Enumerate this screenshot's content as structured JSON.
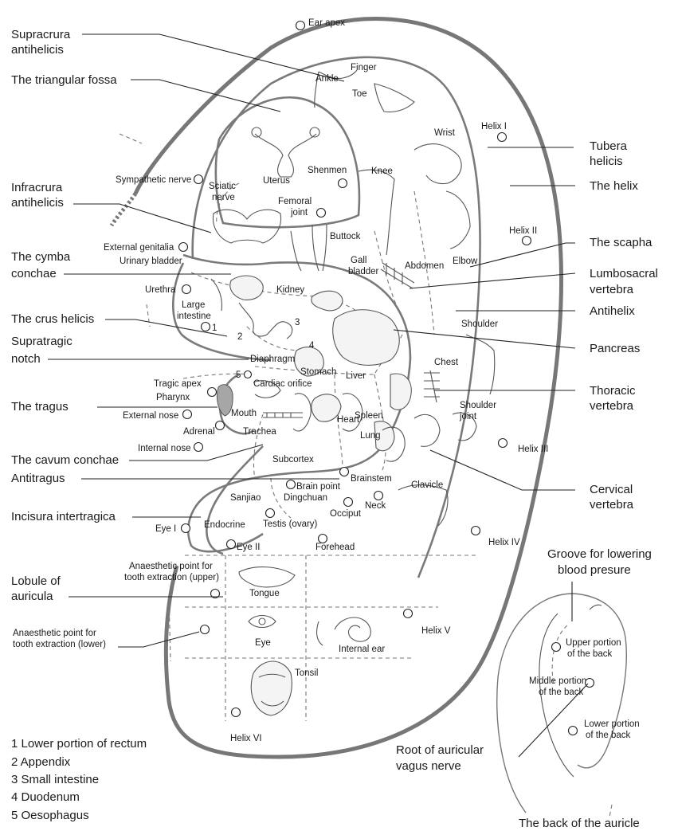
{
  "left_labels": {
    "supracrura": [
      "Supracrura",
      "antihelicis"
    ],
    "triangular_fossa": "The triangular fossa",
    "infracrura": [
      "Infracrura",
      "antihelicis"
    ],
    "cymba": [
      "The cymba",
      "conchae"
    ],
    "crus_helicis": "The crus helicis",
    "supratragic": [
      "Supratragic",
      "notch"
    ],
    "tragus": "The tragus",
    "cavum": "The cavum conchae",
    "antitragus": "Antitragus",
    "incisura": "Incisura intertragica",
    "lobule": [
      "Lobule of",
      "auricula"
    ]
  },
  "right_labels": {
    "tubera": [
      "Tubera",
      "helicis"
    ],
    "helix": "The helix",
    "scapha": "The scapha",
    "lumbosacral": [
      "Lumbosacral",
      "vertebra"
    ],
    "antihelix": "Antihelix",
    "pancreas": "Pancreas",
    "thoracic": [
      "Thoracic",
      "vertebra"
    ],
    "cervical": [
      "Cervical",
      "vertebra"
    ]
  },
  "points": {
    "ear_apex": "Ear apex",
    "finger": "Finger",
    "ankle": "Ankle",
    "toe": "Toe",
    "helix1": "Helix I",
    "helix2": "Helix II",
    "helix3": "Helix III",
    "helix4": "Helix IV",
    "helix5": "Helix V",
    "helix6": "Helix VI",
    "wrist": "Wrist",
    "knee": "Knee",
    "elbow": "Elbow",
    "shoulder": "Shoulder",
    "shoulder_joint": [
      "Shoulder",
      "joint"
    ],
    "clavicle": "Clavicle",
    "neck": "Neck",
    "chest": "Chest",
    "abdomen": "Abdomen",
    "buttock": "Buttock",
    "uterus": "Uterus",
    "shenmen": "Shenmen",
    "femoral_joint": [
      "Femoral",
      "joint"
    ],
    "sympathetic": "Sympathetic nerve",
    "sciatic": [
      "Sciatic",
      "nerve"
    ],
    "ext_genitalia": "External genitalia",
    "urinary_bladder": "Urinary bladder",
    "urethra": "Urethra",
    "large_intestine": [
      "Large",
      "intestine"
    ],
    "kidney": "Kidney",
    "gall_bladder": [
      "Gall",
      "bladder"
    ],
    "liver": "Liver",
    "spleen": "Spleen",
    "stomach": "Stomach",
    "diaphragm": "Diaphragm",
    "cardiac_orifice": "Cardiac orifice",
    "tragic_apex": "Tragic apex",
    "pharynx": "Pharynx",
    "external_nose": "External nose",
    "mouth": "Mouth",
    "adrenal": "Adrenal",
    "heart": "Heart",
    "trachea": "Trachea",
    "lung": "Lung",
    "internal_nose": "Internal nose",
    "subcortex": "Subcortex",
    "brainstem": "Brainstem",
    "brain_point": "Brain point",
    "dingchuan": "Dingchuan",
    "sanjiao": "Sanjiao",
    "occiput": "Occiput",
    "endocrine": "Endocrine",
    "testis": "Testis (ovary)",
    "forehead": "Forehead",
    "eye1": "Eye I",
    "eye2": "Eye II",
    "anaesthetic_upper": [
      "Anaesthetic point for",
      "tooth extraction (upper)"
    ],
    "tongue": "Tongue",
    "anaesthetic_lower": [
      "Anaesthetic point for",
      "tooth extraction (lower)"
    ],
    "eye": "Eye",
    "internal_ear": "Internal ear",
    "tonsil": "Tonsil",
    "num1": "1",
    "num2": "2",
    "num3": "3",
    "num4": "4",
    "num5": "5"
  },
  "legend": [
    "1 Lower portion of rectum",
    "2 Appendix",
    "3 Small intestine",
    "4 Duodenum",
    "5 Oesophagus"
  ],
  "back": {
    "groove": [
      "Groove for lowering",
      "blood presure"
    ],
    "upper": [
      "Upper portion",
      "of the back"
    ],
    "middle": [
      "Middle portion",
      "of the back"
    ],
    "lower": [
      "Lower portion",
      "of the back"
    ],
    "root": [
      "Root of auricular",
      "vagus nerve"
    ],
    "title": "The back of the auricle"
  }
}
